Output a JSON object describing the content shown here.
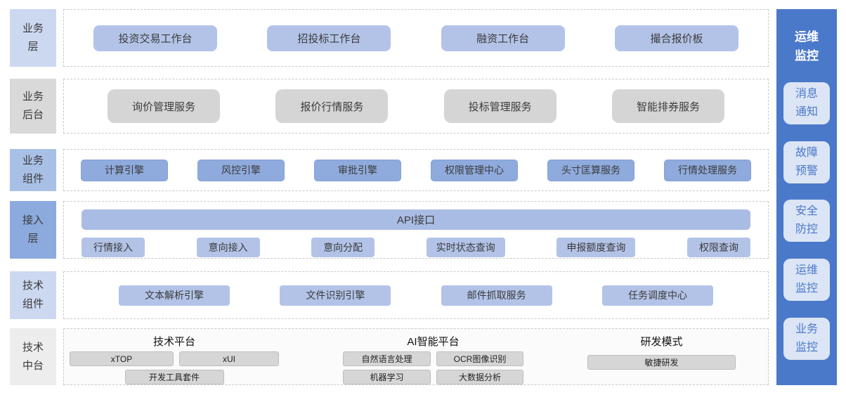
{
  "colors": {
    "sidebar_bg": "#4a79ca",
    "sidebar_item_bg": "#dce5f5",
    "periwinkle_box": "#b3c3e8",
    "component_box": "#8faadc",
    "api_bar": "#a9bce4",
    "gray_box": "#d5d5d5",
    "label_blue_light": "#ccd8f0",
    "label_blue_mid": "#a9c0e6",
    "label_blue_dark": "#8caade",
    "label_gray": "#d9d9d9"
  },
  "layers": [
    {
      "label": "业务\n层",
      "items": [
        "投资交易工作台",
        "招投标工作台",
        "融资工作台",
        "撮合报价板"
      ]
    },
    {
      "label": "业务\n后台",
      "items": [
        "询价管理服务",
        "报价行情服务",
        "投标管理服务",
        "智能排券服务"
      ]
    },
    {
      "label": "业务\n组件",
      "items": [
        "计算引擎",
        "风控引擎",
        "审批引擎",
        "权限管理中心",
        "头寸匡算服务",
        "行情处理服务"
      ]
    },
    {
      "label": "接入\n层",
      "api_bar": "API接口",
      "items": [
        "行情接入",
        "意向接入",
        "意向分配",
        "实时状态查询",
        "申报额度查询",
        "权限查询"
      ]
    },
    {
      "label": "技术\n组件",
      "items": [
        "文本解析引擎",
        "文件识别引擎",
        "邮件抓取服务",
        "任务调度中心"
      ]
    },
    {
      "label": "技术\n中台",
      "groups": [
        {
          "title": "技术平台",
          "rows": [
            [
              "xTOP",
              "xUI"
            ],
            [
              "开发工具套件"
            ]
          ]
        },
        {
          "title": "AI智能平台",
          "rows": [
            [
              "自然语言处理",
              "OCR图像识别"
            ],
            [
              "机器学习",
              "大数据分析"
            ]
          ]
        },
        {
          "title": "研发模式",
          "rows": [
            [
              "敏捷研发"
            ]
          ]
        }
      ]
    }
  ],
  "sidebar": {
    "title": "运维\n监控",
    "items": [
      "消息\n通知",
      "故障\n预警",
      "安全\n防控",
      "运维\n监控",
      "业务\n监控"
    ]
  }
}
